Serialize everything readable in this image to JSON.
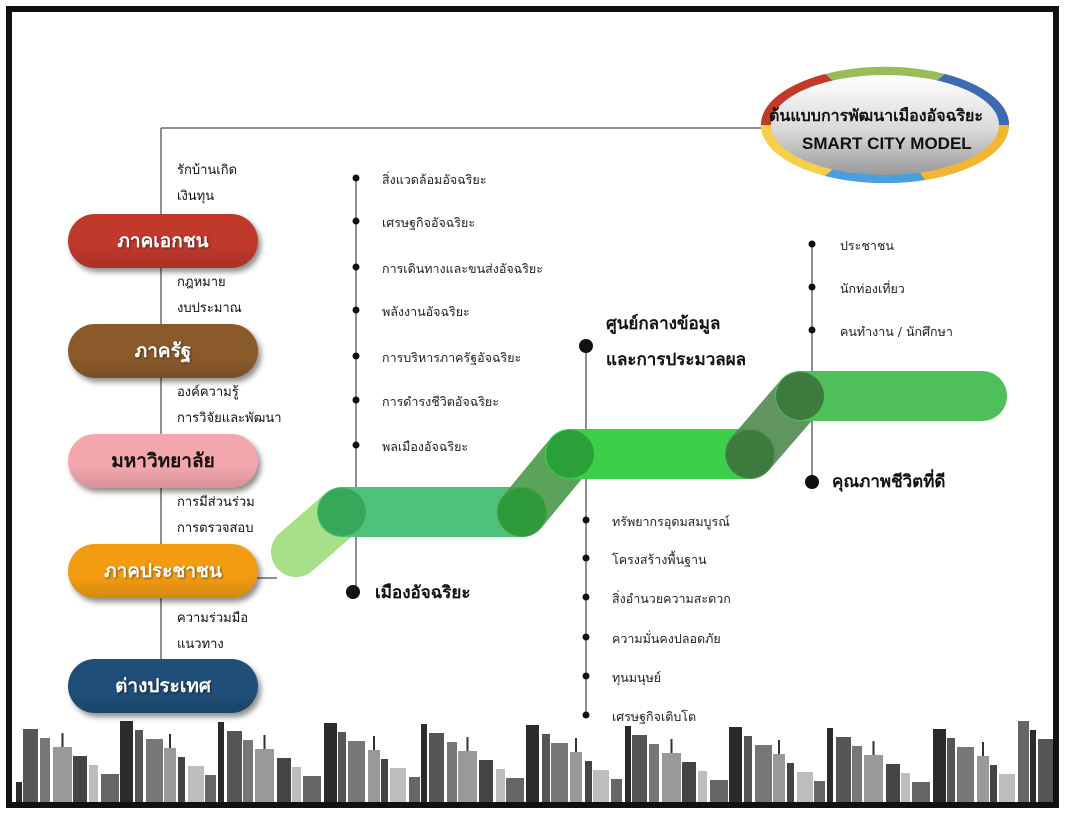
{
  "title": {
    "thai": "ต้นแบบการพัฒนาเมืองอัจฉริยะ",
    "english": "SMART CITY MODEL"
  },
  "sectors": [
    {
      "label": "ภาคเอกชน",
      "color": "#c0392b"
    },
    {
      "label": "ภาครัฐ",
      "color": "#8b5a2b"
    },
    {
      "label": "มหาวิทยาลัย",
      "color": "#f4a6ad"
    },
    {
      "label": "ภาคประชาชน",
      "color": "#f39c12"
    },
    {
      "label": "ต่างประเทศ",
      "color": "#1f4e79"
    }
  ],
  "sector_links": [
    [
      "รักบ้านเกิด",
      "เงินทุน"
    ],
    [
      "กฎหมาย",
      "งบประมาณ"
    ],
    [
      "องค์ความรู้",
      "การวิจัยและพัฒนา"
    ],
    [
      "การมีส่วนร่วม",
      "การตรวจสอบ"
    ],
    [
      "ความร่วมมือ",
      "แนวทาง"
    ]
  ],
  "smart_city_list": [
    "สิ่งแวดล้อมอัจฉริยะ",
    "เศรษฐกิจอัจฉริยะ",
    "การเดินทางและขนส่งอัจฉริยะ",
    "พลังงานอัจฉริยะ",
    "การบริหารภาครัฐอัจฉริยะ",
    "การดำรงชีวิตอัจฉริยะ",
    "พลเมืองอัจฉริยะ"
  ],
  "smart_city_label": "เมืองอัจฉริยะ",
  "data_center_label": [
    "ศูนย์กลางข้อมูล",
    "และการประมวลผล"
  ],
  "infrastructure_list": [
    "ทรัพยากรอุดมสมบูรณ์",
    "โครงสร้างพื้นฐาน",
    "สิ่งอำนวยความสะดวก",
    "ความมั่นคงปลอดภัย",
    "ทุนมนุษย์",
    "เศรษฐกิจเติบโต"
  ],
  "people_list": [
    "ประชาชน",
    "นักท่องเที่ยว",
    "คนทำงาน / นักศึกษา"
  ],
  "quality_label": "คุณภาพชีวิตที่ดี",
  "colors": {
    "path_light": "#a8e08a",
    "path_main": "#4cc27a",
    "path_bright": "#3dcf4a",
    "path_dark": "#2e7d32"
  }
}
